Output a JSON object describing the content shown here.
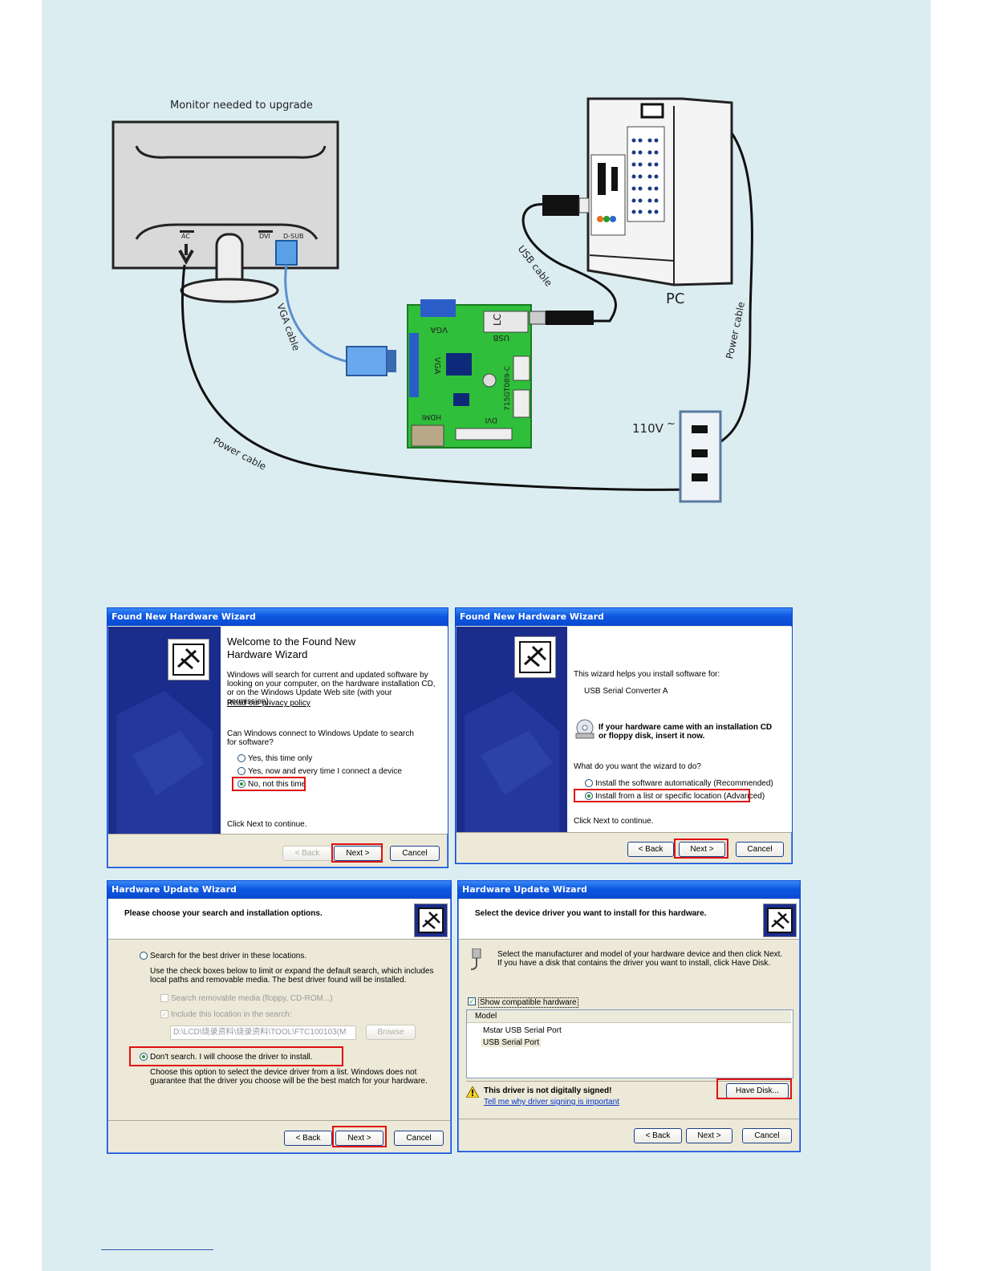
{
  "diagram": {
    "monitor_caption": "Monitor needed to upgrade",
    "port_ac": "AC",
    "port_dvi": "DVI",
    "port_dsub": "D-SUB",
    "vga_cable": "VGA cable",
    "usb_cable": "USB cable",
    "pc_label": "PC",
    "power_cable_right": "Power cable",
    "power_cable_bottom": "Power cable",
    "voltage": "110V",
    "voltage_symbol": "~",
    "board": {
      "vga_top": "VGA",
      "lc": "LC",
      "usb": "USB",
      "vga_left": "VGA",
      "model": "715GT089-C",
      "hdmi": "HDMI",
      "dvi": "DVI"
    }
  },
  "win1": {
    "title": "Found New Hardware Wizard",
    "heading": "Welcome to the Found New Hardware Wizard",
    "body": "Windows will search for current and updated software by looking on your computer, on the hardware installation CD, or on the Windows Update Web site (with your permission).",
    "privacy_link": "Read our privacy policy",
    "question": "Can Windows connect to Windows Update to search for software?",
    "opt1": "Yes, this time only",
    "opt2": "Yes, now and every time I connect a device",
    "opt3": "No, not this time",
    "continue": "Click Next to continue.",
    "back": "< Back",
    "next": "Next >",
    "cancel": "Cancel"
  },
  "win2": {
    "title": "Found New Hardware Wizard",
    "intro": "This wizard helps you install software for:",
    "device": "USB Serial Converter A",
    "cd_note": "If your hardware came with an installation CD or floppy disk, insert it now.",
    "question": "What do you want the wizard to do?",
    "opt1": "Install the software automatically (Recommended)",
    "opt2": "Install from a list or specific location (Advanced)",
    "continue": "Click Next to continue.",
    "back": "< Back",
    "next": "Next >",
    "cancel": "Cancel"
  },
  "win3": {
    "title": "Hardware Update Wizard",
    "heading": "Please choose your search and installation options.",
    "opt1": "Search for the best driver in these locations.",
    "opt1_desc": "Use the check boxes below to limit or expand the default search, which includes local paths and removable media. The best driver found will be installed.",
    "chk1": "Search removable media (floppy, CD-ROM...)",
    "chk2": "Include this location in the search:",
    "path": "D:\\LCD\\烧录资料\\烧录资料\\TOOL\\FTC100103(M",
    "browse": "Browse",
    "opt2": "Don't search. I will choose the driver to install.",
    "opt2_desc": "Choose this option to select the device driver from a list.  Windows does not guarantee that the driver you choose will be the best match for your hardware.",
    "back": "< Back",
    "next": "Next >",
    "cancel": "Cancel"
  },
  "win4": {
    "title": "Hardware Update Wizard",
    "heading": "Select the device driver you want to install for this hardware.",
    "desc": "Select the manufacturer and model of your hardware device and then click Next. If you have a disk that contains the driver you want to install, click Have Disk.",
    "show_compatible": "Show compatible hardware",
    "col_model": "Model",
    "items": [
      "Mstar USB Serial Port",
      "USB Serial Port"
    ],
    "warning": "This driver is not digitally signed!",
    "warning_link": "Tell me why driver signing is important",
    "have_disk": "Have Disk...",
    "back": "< Back",
    "next": "Next >",
    "cancel": "Cancel"
  }
}
